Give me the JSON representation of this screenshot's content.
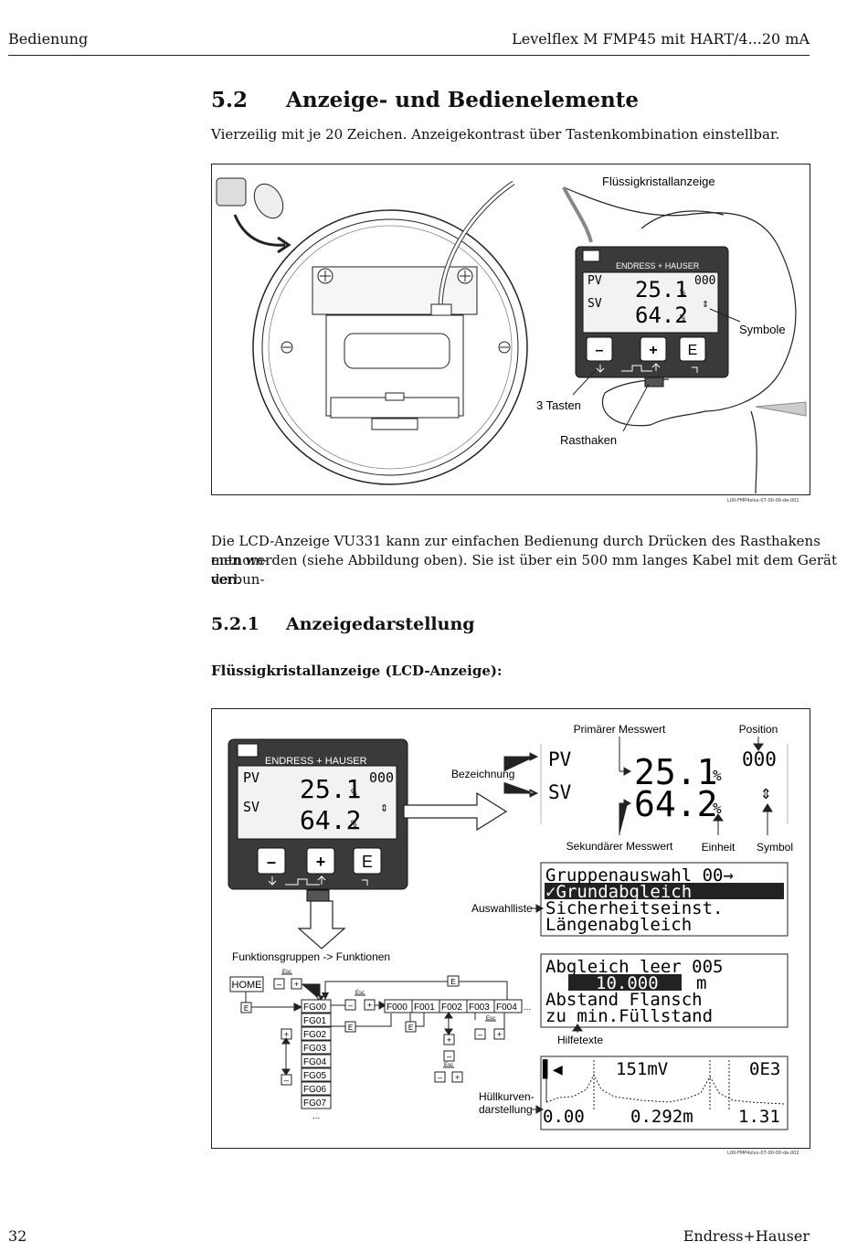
{
  "header": {
    "left": "Bedienung",
    "right": "Levelflex M FMP45 mit HART/4...20 mA"
  },
  "section": {
    "number": "5.2",
    "title": "Anzeige- und Bedienelemente",
    "intro": "Vierzeilig mit je 20 Zeichen. Anzeigekontrast über Tastenkombination einstellbar."
  },
  "figure1": {
    "id": "L00-FMP4xlxx-07-00-00-de-001",
    "labels": {
      "lcd": "Flüssigkristallanzeige",
      "symbols": "Symbole",
      "keys": "3 Tasten",
      "latch": "Rasthaken"
    },
    "brand": "ENDRESS + HAUSER",
    "display": {
      "pv": "PV",
      "sv": "SV",
      "pv_value": "25.1",
      "sv_value": "64.2",
      "unit": "%",
      "position": "000",
      "symbol": "⇕"
    },
    "keys": {
      "minus": "–",
      "plus": "+",
      "enter": "E"
    }
  },
  "body": {
    "line1": "Die LCD-Anzeige VU331 kann zur einfachen Bedienung durch Drücken des Rasthakens entnom-",
    "line2": "men werden (siehe Abbildung oben). Sie ist über ein 500 mm langes Kabel mit dem Gerät verbun-",
    "line3": "den."
  },
  "subsection": {
    "number": "5.2.1",
    "title": "Anzeigedarstellung",
    "subheading": "Flüssigkristallanzeige (LCD-Anzeige):"
  },
  "figure2": {
    "id": "L00-FMP4xlxx-07-00-00-de-002",
    "labels": {
      "primary": "Primärer Messwert",
      "position": "Position",
      "designation": "Bezeichnung",
      "secondary": "Sekundärer Messwert",
      "unit": "Einheit",
      "symbol": "Symbol",
      "selection_list": "Auswahlliste",
      "help_texts": "Hilfetexte",
      "envelope_1": "Hüllkurven-",
      "envelope_2": "darstellung",
      "function_groups": "Funktionsgruppen -> Funktionen"
    },
    "big_display": {
      "pv": "PV",
      "sv": "SV",
      "pv_value": "25.1",
      "sv_value": "64.2",
      "unit": "%",
      "position": "000",
      "symbol": "⇕"
    },
    "menu": {
      "line1": "Gruppenauswahl  00→",
      "line2": "✓Grundabgleich",
      "line3": " Sicherheitseinst.",
      "line4": " Längenabgleich"
    },
    "help": {
      "line1": "Abgleich leer   005",
      "value": "10.000",
      "unit": "m",
      "line3": "Abstand Flansch",
      "line4": "zu min.Füllstand"
    },
    "envelope": {
      "top_mv": "151mV",
      "top_code": "0E3",
      "bottom_left": "0.00",
      "bottom_mid": "0.292m",
      "bottom_right": "1.31"
    },
    "nav": {
      "home": "HOME",
      "esc": "Esc",
      "minus": "–",
      "plus": "+",
      "e": "E",
      "groups": [
        "FG00",
        "FG01",
        "FG02",
        "FG03",
        "FG04",
        "FG05",
        "FG06",
        "FG07"
      ],
      "functions": [
        "F000",
        "F001",
        "F002",
        "F003",
        "F004"
      ],
      "ellipsis": "..."
    }
  },
  "footer": {
    "page": "32",
    "brand": "Endress+Hauser"
  }
}
